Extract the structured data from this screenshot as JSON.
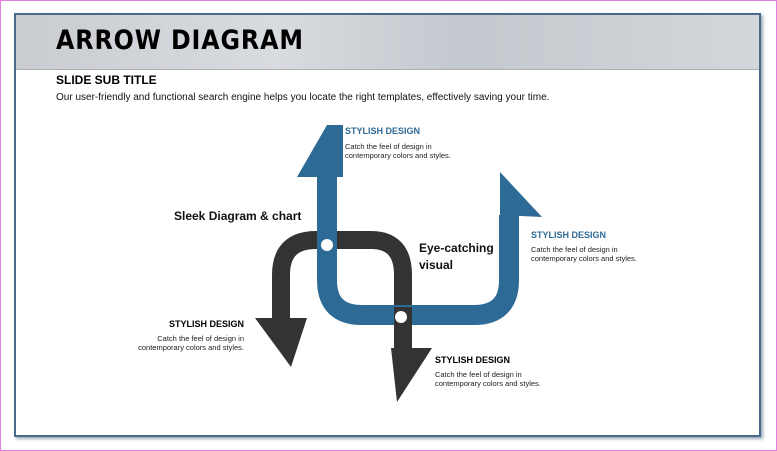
{
  "title": "ARROW DIAGRAM",
  "subtitle": "SLIDE SUB TITLE",
  "description": "Our user-friendly and functional search engine helps you locate the right templates, effectively saving your time.",
  "center_labels": {
    "left": "Sleek Diagram & chart",
    "right": "Eye-catching visual"
  },
  "items": [
    {
      "heading": "STYLISH DESIGN",
      "body": "Catch the feel of design in contemporary colors and styles."
    },
    {
      "heading": "STYLISH DESIGN",
      "body": "Catch the feel of design in contemporary colors and styles."
    },
    {
      "heading": "STYLISH DESIGN",
      "body": "Catch the feel of design in contemporary colors and styles."
    },
    {
      "heading": "STYLISH DESIGN",
      "body": "Catch the feel of design in contemporary colors and styles."
    }
  ],
  "colors": {
    "blue": "#2e6a96",
    "dark": "#333333",
    "heading_blue": "#2e6a96",
    "heading_dark": "#000000"
  }
}
